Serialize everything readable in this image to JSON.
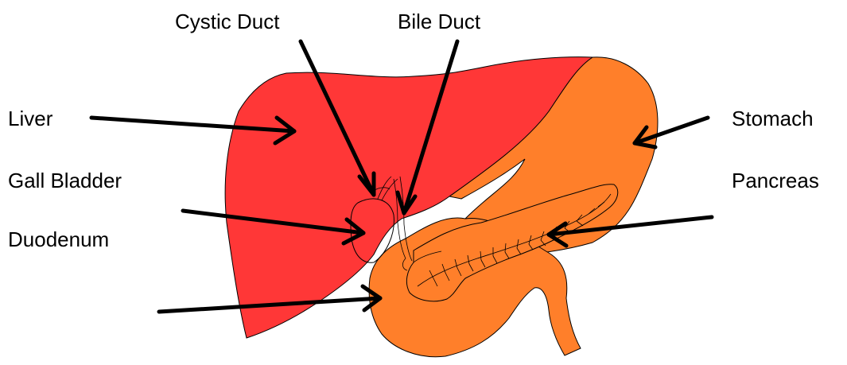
{
  "labels": {
    "cystic_duct": "Cystic Duct",
    "bile_duct": "Bile Duct",
    "liver": "Liver",
    "gall_bladder": "Gall Bladder",
    "duodenum": "Duodenum",
    "stomach": "Stomach",
    "pancreas": "Pancreas"
  },
  "colors": {
    "liver": "#ff3737",
    "stomach": "#ff7f2a",
    "duodenum": "#ff7f2a",
    "pancreas": "#ff7f2a",
    "outline": "#000000",
    "arrow": "#000000"
  }
}
